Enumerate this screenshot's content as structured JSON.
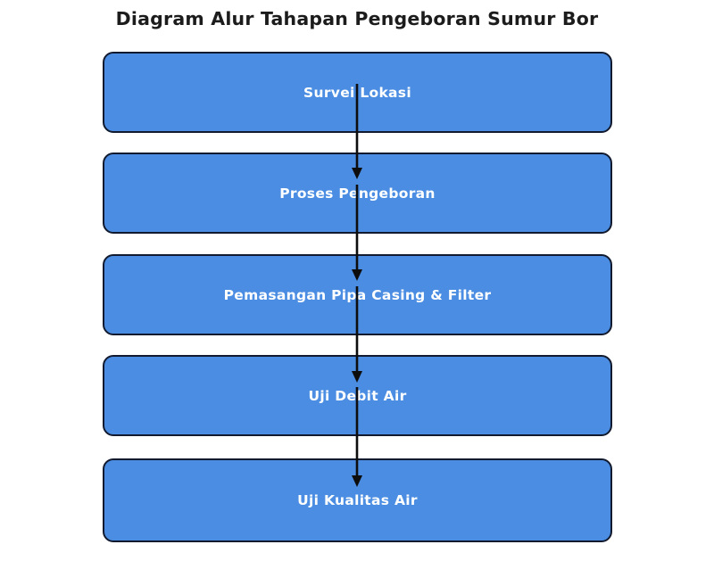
{
  "title": "Diagram Alur Tahapan Pengeboran Sumur Bor",
  "diagram": {
    "type": "flowchart",
    "direction": "top-down",
    "steps": [
      {
        "label": "Survei Lokasi"
      },
      {
        "label": "Proses Pengeboran"
      },
      {
        "label": "Pemasangan Pipa Casing & Filter"
      },
      {
        "label": "Uji Debit Air"
      },
      {
        "label": "Uji Kualitas Air"
      }
    ],
    "connectors": [
      {
        "from": "Survei Lokasi",
        "to": "Proses Pengeboran",
        "style": "arrow-down"
      },
      {
        "from": "Proses Pengeboran",
        "to": "Pemasangan Pipa Casing & Filter",
        "style": "arrow-down"
      },
      {
        "from": "Pemasangan Pipa Casing & Filter",
        "to": "Uji Debit Air",
        "style": "arrow-down"
      },
      {
        "from": "Uji Debit Air",
        "to": "Uji Kualitas Air",
        "style": "arrow-down"
      }
    ],
    "colors": {
      "background": "#ffffff",
      "box_fill": "#4a8de2",
      "box_border": "#111a2e",
      "box_text": "#ffffff",
      "arrow": "#0d0d0d",
      "title_text": "#1c1c1c"
    }
  }
}
